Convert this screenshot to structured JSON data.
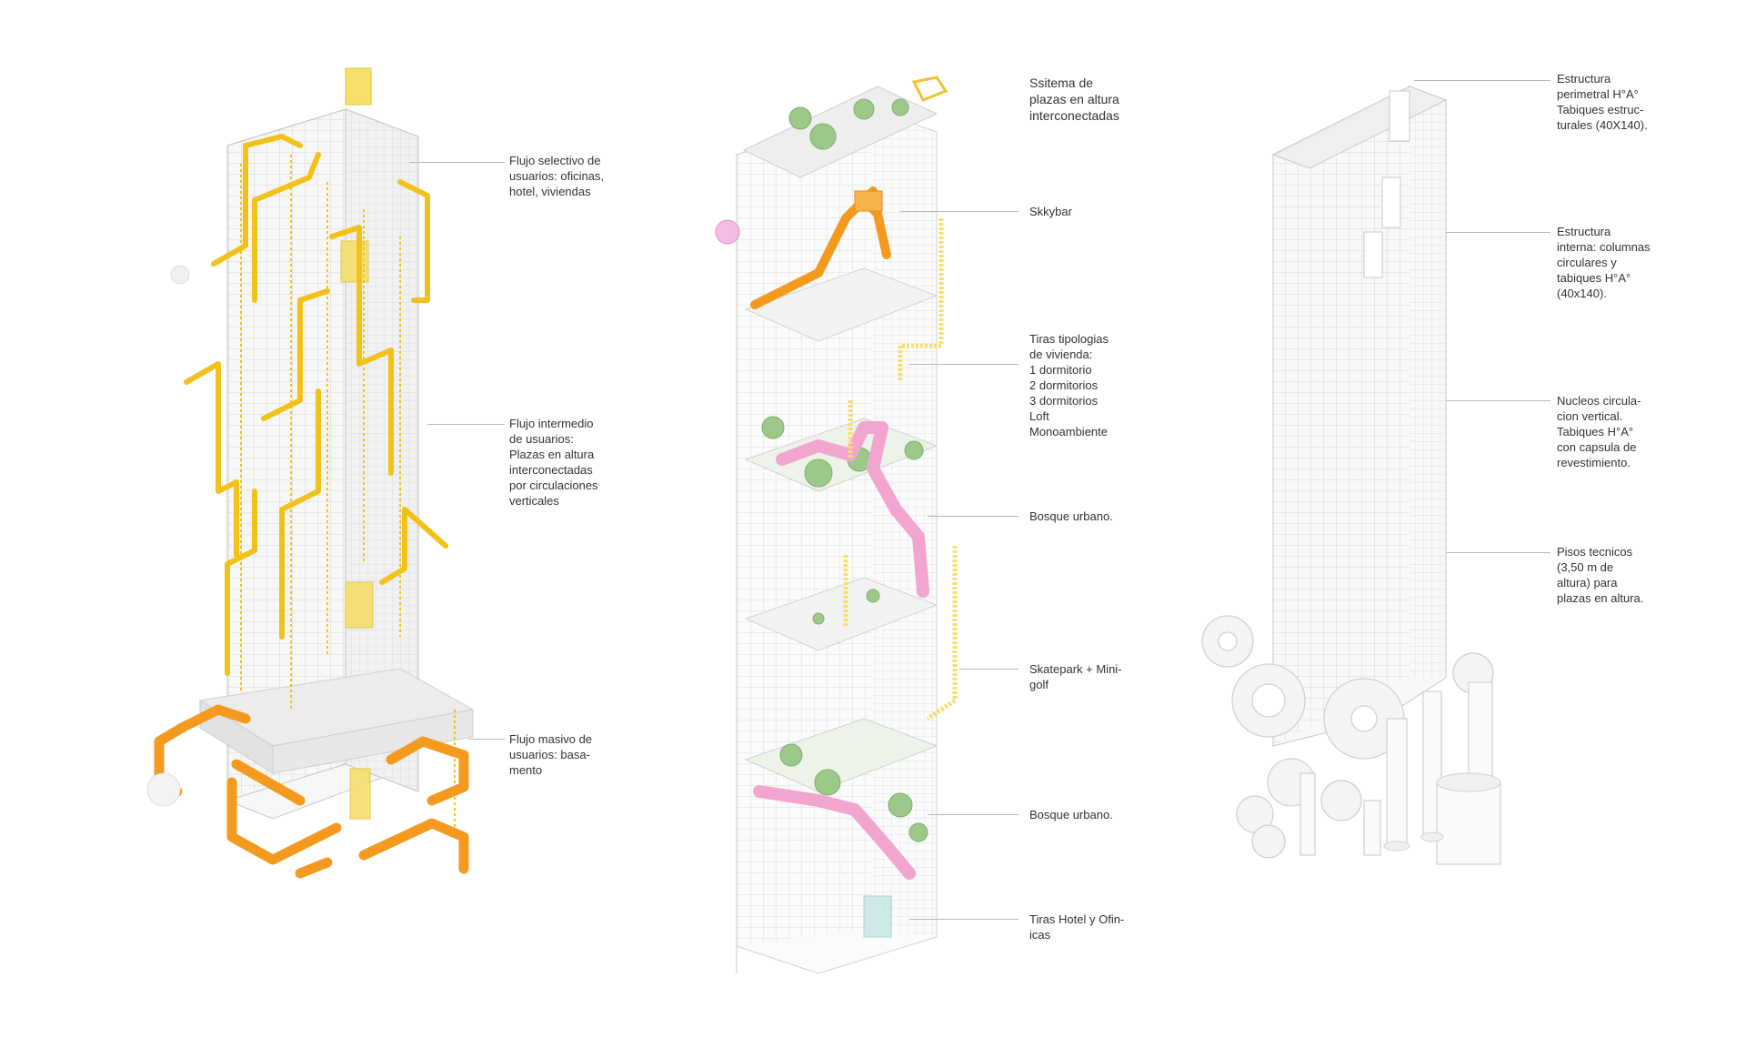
{
  "tower_flows": {
    "selective": "Flujo selectivo de\nusuarios: oficinas,\nhotel, viviendas",
    "intermediate": "Flujo intermedio\nde usuarios:\nPlazas en altura\ninterconectadas\npor circulaciones\nverticales",
    "massive": "Flujo masivo de\nusuarios: basa-\nmento"
  },
  "tower_program": {
    "title": "Ssitema de\nplazas en altura\ninterconectadas",
    "skybar": "Skkybar",
    "tipologias": "Tiras tipologias\nde vivienda:\n1 dormitorio\n2 dormitorios\n3 dormitorios\nLoft\nMonoambiente",
    "bosque_1": "Bosque urbano.",
    "skatepark": "Skatepark + Mini-\ngolf",
    "bosque_2": "Bosque urbano.",
    "hotel_oficinas": "Tiras Hotel y Ofin-\nicas"
  },
  "tower_structure": {
    "perimetral": "Estructura\nperimetral H°A°\nTabiques estruc-\nturales (40X140).",
    "interna": "Estructura\ninterna: columnas\ncirculares y\ntabiques  H°A°\n(40x140).",
    "nucleos": "Nucleos circula-\ncion vertical.\nTabiques H°A°\ncon capsula de\nrevestimiento.",
    "pisos": "Pisos tecnicos\n(3,50 m de\naltura) para\nplazas en altura."
  },
  "colors": {
    "flow_yellow": "#f2c21b",
    "flow_orange": "#f39a1f",
    "slide_pink": "#f2a6cf",
    "tree_green": "#9cc98a",
    "grid_grey": "#c9c9c9",
    "label_text": "#333333",
    "leader_line": "#b9b9b9"
  }
}
